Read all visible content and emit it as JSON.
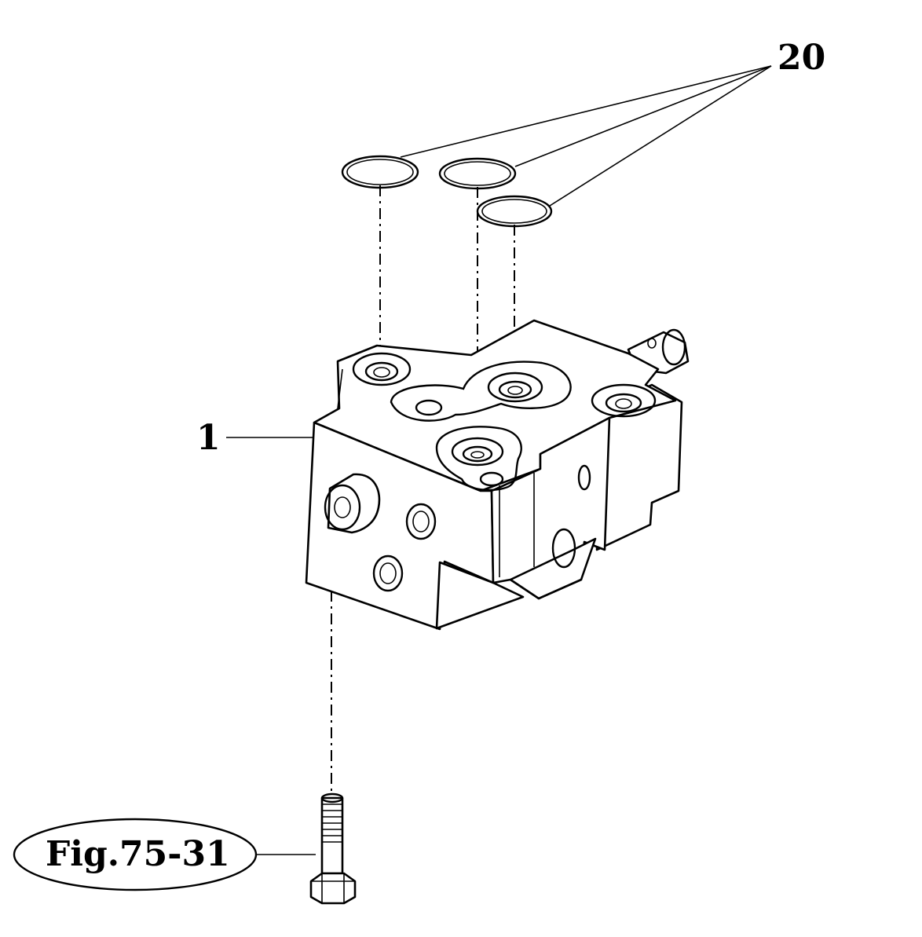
{
  "callouts": {
    "part_20": "20",
    "part_1": "1",
    "figure_reference": "Fig.75-31"
  },
  "colors": {
    "line": "#000000",
    "background": "#ffffff"
  }
}
